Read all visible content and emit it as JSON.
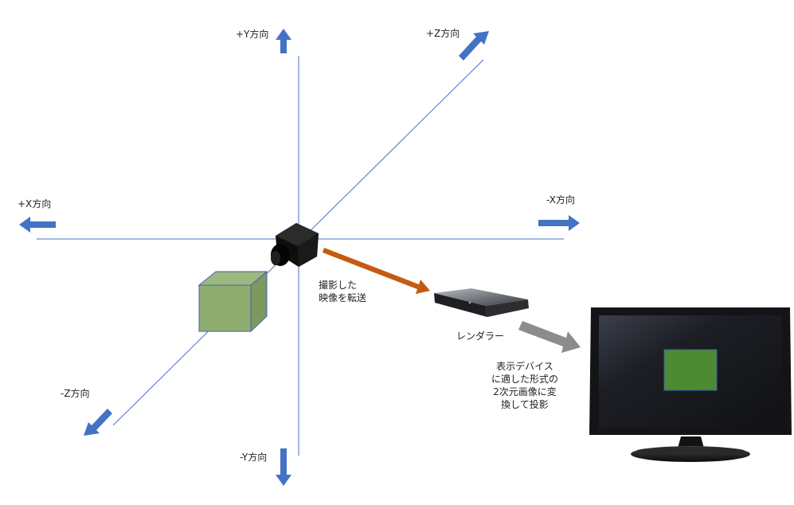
{
  "labels": {
    "plus_y": "+Y方向",
    "minus_y": "-Y方向",
    "plus_z": "+Z方向",
    "minus_z": "-Z方向",
    "plus_x": "+X方向",
    "minus_x": "-X方向",
    "transfer": "撮影した\n映像を転送",
    "renderer": "レンダラー",
    "project": "表示デバイス\nに適した形式の\n2次元画像に変\n換して投影"
  },
  "colors": {
    "axis_line": "#4472c4",
    "axis_arrow": "#4472c4",
    "transfer_arrow": "#c55a11",
    "project_arrow": "#8c8c8c",
    "cube_fill": "#8fad6f",
    "cube_edge": "#4a5fb4",
    "screen_object": "#4e8a32"
  },
  "icons": {
    "camera": "camera-icon",
    "renderer": "renderer-box-icon",
    "display": "monitor-icon"
  }
}
